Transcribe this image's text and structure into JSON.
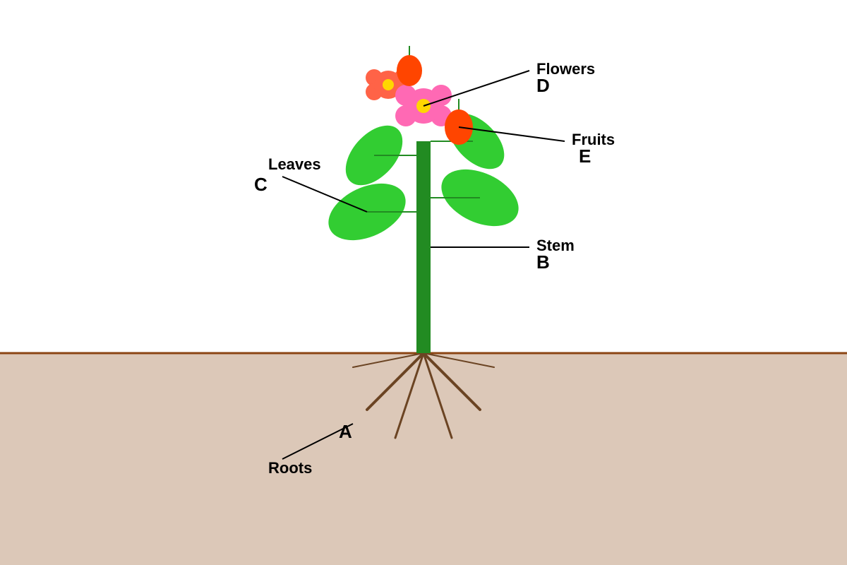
{
  "diagram": {
    "parts": [
      {
        "id": "roots",
        "name": "Roots",
        "letter": "A"
      },
      {
        "id": "stem",
        "name": "Stem",
        "letter": "B"
      },
      {
        "id": "leaves",
        "name": "Leaves",
        "letter": "C"
      },
      {
        "id": "flowers",
        "name": "Flowers",
        "letter": "D"
      },
      {
        "id": "fruits",
        "name": "Fruits",
        "letter": "E"
      }
    ]
  },
  "colors": {
    "soil": "#dcc8b8",
    "ground_line": "#8b4513",
    "stem": "#228b22",
    "leaf": "#32cd32",
    "root": "#6b4423",
    "flower_pink": "#ff69b4",
    "flower_coral": "#ff6347",
    "flower_center": "#ffd700",
    "fruit": "#ff4500",
    "leader_line": "#000000"
  }
}
